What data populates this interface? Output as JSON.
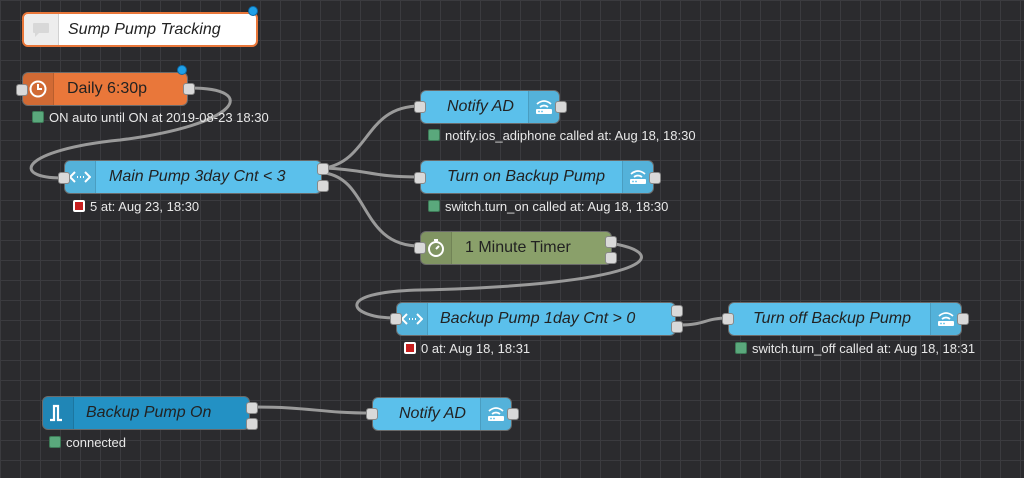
{
  "comment": {
    "label": "Sump Pump Tracking"
  },
  "nodes": {
    "daily": {
      "label": "Daily 6:30p",
      "status": "ON auto until ON at 2019-08-23 18:30"
    },
    "main_pump": {
      "label": "Main Pump 3day Cnt < 3",
      "status": "5 at: Aug 23, 18:30"
    },
    "notify_ad_1": {
      "label": "Notify AD",
      "status": "notify.ios_adiphone called at: Aug 18, 18:30"
    },
    "turn_on_backup": {
      "label": "Turn on Backup Pump",
      "status": "switch.turn_on called at: Aug 18, 18:30"
    },
    "timer": {
      "label": "1 Minute Timer"
    },
    "backup_pump_cnt": {
      "label": "Backup Pump 1day Cnt > 0",
      "status": "0 at: Aug 18, 18:31"
    },
    "turn_off_backup": {
      "label": "Turn off Backup Pump",
      "status": "switch.turn_off called at: Aug 18, 18:31"
    },
    "backup_pump_on": {
      "label": "Backup Pump On",
      "status": "connected"
    },
    "notify_ad_2": {
      "label": "Notify AD"
    }
  },
  "colors": {
    "service_node": "#5bc0eb",
    "state_node": "#2391c4",
    "inject_node": "#e9773a",
    "timer_node": "#8aa06a",
    "status_ok": "#5aa87c",
    "status_error": "#c71f1f"
  },
  "icons": {
    "comment": "speech-bubble-icon",
    "inject": "clock-icon",
    "switch": "switch-arrows-icon",
    "service": "wifi-router-icon",
    "timer": "stopwatch-icon",
    "state": "pulse-icon"
  }
}
